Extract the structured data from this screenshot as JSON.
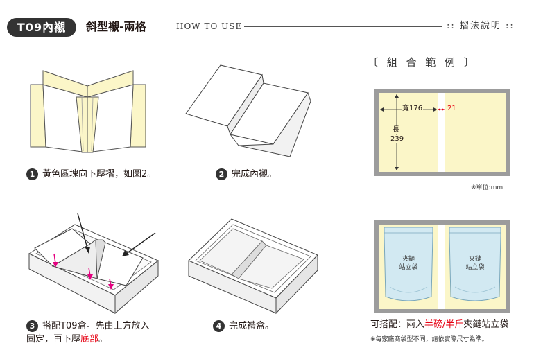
{
  "header": {
    "badge": "T09內襯",
    "title": "斜型襯-兩格",
    "howto": "HOW TO USE",
    "manual": ":: 摺法說明 ::"
  },
  "combo_title": "〔 組 合 範 例 〕",
  "steps": [
    {
      "num": "1",
      "text": "黃色區塊向下壓摺，如圖2。"
    },
    {
      "num": "2",
      "text": "完成內襯。"
    },
    {
      "num": "3",
      "line1": "搭配T09盒。先由上方放入",
      "line2_prefix": "固定，再下壓",
      "line2_highlight": "底部",
      "line2_suffix": "。"
    },
    {
      "num": "4",
      "text": "完成禮盒。"
    }
  ],
  "dimensions": {
    "width_label": "寬176",
    "gap_label": "21",
    "length_label": "長",
    "length_value": "239",
    "unit_note": "※單位:mm"
  },
  "bags": [
    {
      "line1": "夾鏈",
      "line2": "站立袋"
    },
    {
      "line1": "夾鏈",
      "line2": "站立袋"
    }
  ],
  "fit": {
    "prefix": "可搭配：兩入",
    "highlight": "半磅/半斤",
    "suffix": "夾鏈站立袋",
    "note": "※每家廠商袋型不同，請依實際尺寸為準。"
  },
  "colors": {
    "yellow": "#fbf6c8",
    "dark": "#333333",
    "red": "#e60012",
    "pink": "#e4007f",
    "bag_blue": "#d2e9f2",
    "frame": "#9c9c9c"
  }
}
